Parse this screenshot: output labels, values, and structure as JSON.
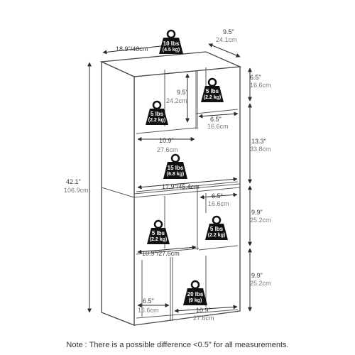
{
  "dimensions": {
    "top_width": "18.9\"/48cm",
    "depth_in": "9.5\"",
    "depth_cm": "24.1cm",
    "height_in": "42.1\"",
    "height_cm": "106.9cm",
    "inner_height_in": "9.5\"",
    "inner_height_cm": "24.2cm",
    "right_top_h_in": "6.5\"",
    "right_top_h_cm": "16.6cm",
    "right_top_w_in": "6.5\"",
    "right_top_w_cm": "16.6cm",
    "left_width_in": "10.9\"",
    "left_width_cm": "27.6cm",
    "mid_height_in": "13.3\"",
    "mid_height_cm": "33.8cm",
    "mid_width": "17.9\"/45.4cm",
    "lower_right_w_in": "6.5\"",
    "lower_right_w_cm": "16.6cm",
    "lower_height_in": "9.9\"",
    "lower_height_cm": "25.2cm",
    "lower_left_w": "10.9\"/27.6cm",
    "bottom_height_in": "9.9\"",
    "bottom_height_cm": "25.2cm",
    "bottom_left_w_in": "6.5\"",
    "bottom_left_w_cm": "16.6cm",
    "bottom_right_w_in": "10.9\"",
    "bottom_right_w_cm": "27.6cm"
  },
  "weights": {
    "top": {
      "lbs": "10 lbs",
      "kg": "(4.5 kg)"
    },
    "upper_right": {
      "lbs": "5 lbs",
      "kg": "(2.2 kg)"
    },
    "upper_left": {
      "lbs": "5 lbs",
      "kg": "(2.2 kg)"
    },
    "middle": {
      "lbs": "15 lbs",
      "kg": "(6.8 kg)"
    },
    "lower_left": {
      "lbs": "5 lbs",
      "kg": "(2.2 kg)"
    },
    "lower_right": {
      "lbs": "5 lbs",
      "kg": "(2.2 kg)"
    },
    "bottom": {
      "lbs": "20 lbs",
      "kg": "(9 kg)"
    }
  },
  "note": "Note : There is a possible difference <0.5\" for all measurements."
}
